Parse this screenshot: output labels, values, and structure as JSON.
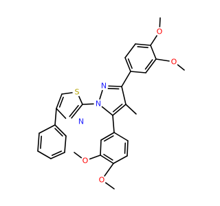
{
  "molecule": {
    "atoms": [
      {
        "id": "N1",
        "label": "N",
        "color": "#1a1aff"
      },
      {
        "id": "N2",
        "label": "N",
        "color": "#1a1aff"
      },
      {
        "id": "Nt",
        "label": "N",
        "color": "#1a1aff"
      },
      {
        "id": "S1",
        "label": "S",
        "color": "#b5a300"
      },
      {
        "id": "Oa",
        "label": "O",
        "color": "#ff0000"
      },
      {
        "id": "Ob",
        "label": "O",
        "color": "#ff0000"
      },
      {
        "id": "Oc",
        "label": "O",
        "color": "#ff0000"
      },
      {
        "id": "Od",
        "label": "O",
        "color": "#ff0000"
      }
    ],
    "bond_color": "#000000"
  }
}
